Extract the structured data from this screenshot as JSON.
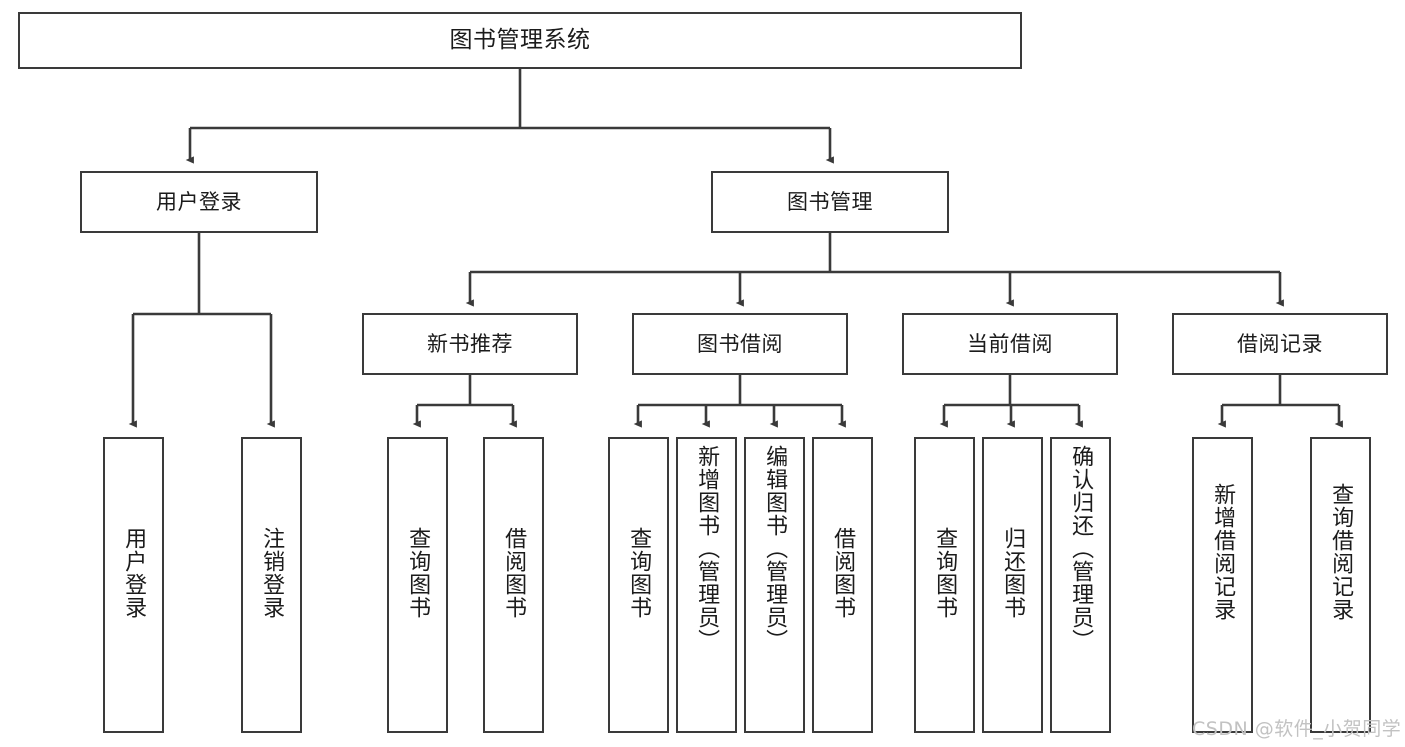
{
  "diagram": {
    "type": "tree",
    "title": "图书管理系统",
    "root": {
      "label": "图书管理系统"
    },
    "level1": [
      {
        "label": "用户登录"
      },
      {
        "label": "图书管理"
      }
    ],
    "level2": [
      {
        "label": "新书推荐"
      },
      {
        "label": "图书借阅"
      },
      {
        "label": "当前借阅"
      },
      {
        "label": "借阅记录"
      }
    ],
    "leaves": {
      "user_login": [
        {
          "label": "用户登录"
        },
        {
          "label": "注销登录"
        }
      ],
      "new_book_recommend": [
        {
          "label": "查询图书"
        },
        {
          "label": "借阅图书"
        }
      ],
      "book_borrow": [
        {
          "label": "查询图书"
        },
        {
          "label": "新增图书（管理员）"
        },
        {
          "label": "编辑图书（管理员）"
        },
        {
          "label": "借阅图书"
        }
      ],
      "current_borrow": [
        {
          "label": "查询图书"
        },
        {
          "label": "归还图书"
        },
        {
          "label": "确认归还（管理员）"
        }
      ],
      "borrow_record": [
        {
          "label": "新增借阅记录"
        },
        {
          "label": "查询借阅记录"
        }
      ]
    }
  },
  "watermark": {
    "text": "CSDN @软件_小贺同学"
  },
  "colors": {
    "stroke": "#3a3a3a",
    "text": "#1b1b1b",
    "background": "#ffffff",
    "watermark": "#c2c2c2"
  }
}
